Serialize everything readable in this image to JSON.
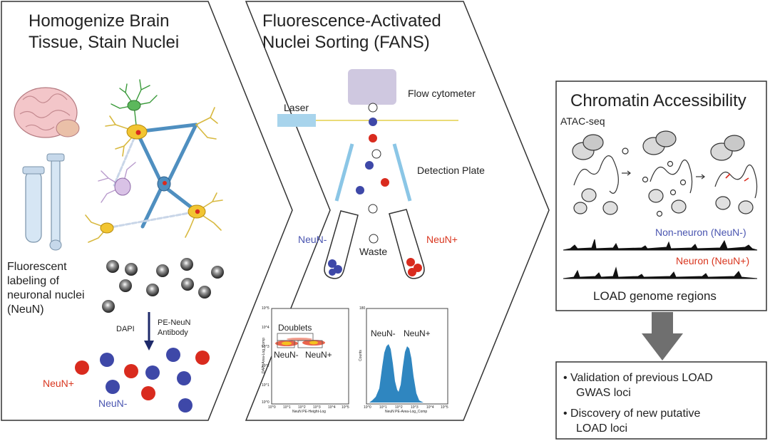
{
  "panel1": {
    "title_line1": "Homogenize Brain",
    "title_line2": "Tissue, Stain Nuclei",
    "labeling_line1": "Fluorescent",
    "labeling_line2": "labeling of",
    "labeling_line3": "neuronal nuclei",
    "labeling_line4": "(NeuN)",
    "dapi": "DAPI",
    "antibody_line1": "PE-NeuN",
    "antibody_line2": "Antibody",
    "neun_pos": "NeuN+",
    "neun_neg": "NeuN-"
  },
  "panel2": {
    "title_line1": "Fluorescence-Activated",
    "title_line2": "Nuclei Sorting (FANS)",
    "laser": "Laser",
    "flow_cytometer": "Flow cytometer",
    "detection_plate": "Detection Plate",
    "neun_neg": "NeuN-",
    "neun_pos": "NeuN+",
    "waste": "Waste",
    "plot1": {
      "doublets": "Doublets",
      "neun_neg": "NeuN-",
      "neun_pos": "NeuN+",
      "ylabel": "DAPI-Area-Log_Comp",
      "xlabel": "NeuN PE-Height-Log",
      "yticks": [
        "10^5",
        "10^4",
        "10^3",
        "10^2",
        "10^1",
        "10^0"
      ],
      "xticks": [
        "10^0",
        "10^1",
        "10^2",
        "10^3",
        "10^4",
        "10^5"
      ]
    },
    "plot2": {
      "neun_neg": "NeuN-",
      "neun_pos": "NeuN+",
      "ylabel": "Counts",
      "xlabel": "NeuN PE-Area-Log_Comp",
      "ytop": "180",
      "xticks": [
        "10^0",
        "10^1",
        "10^2",
        "10^3",
        "10^4",
        "10^5"
      ]
    }
  },
  "panel3": {
    "title": "Chromatin Accessibility",
    "atac": "ATAC-seq",
    "non_neuron": "Non-neuron (NeuN-)",
    "neuron": "Neuron (NeuN+)",
    "load_regions": "LOAD genome regions"
  },
  "results": {
    "bullet1_line1": "Validation of previous LOAD",
    "bullet1_line2": "GWAS loci",
    "bullet2_line1": "Discovery of new putative",
    "bullet2_line2": "LOAD loci"
  },
  "colors": {
    "red": "#d92b1e",
    "blue": "#3e48a8",
    "neun_neg_text": "#4a55b0",
    "neun_pos_text": "#d9361f",
    "laser": "#a8d4ec",
    "cytometer": "#cfc8e0",
    "histogram": "#2f86c0",
    "arrow": "#6f6f6f"
  }
}
